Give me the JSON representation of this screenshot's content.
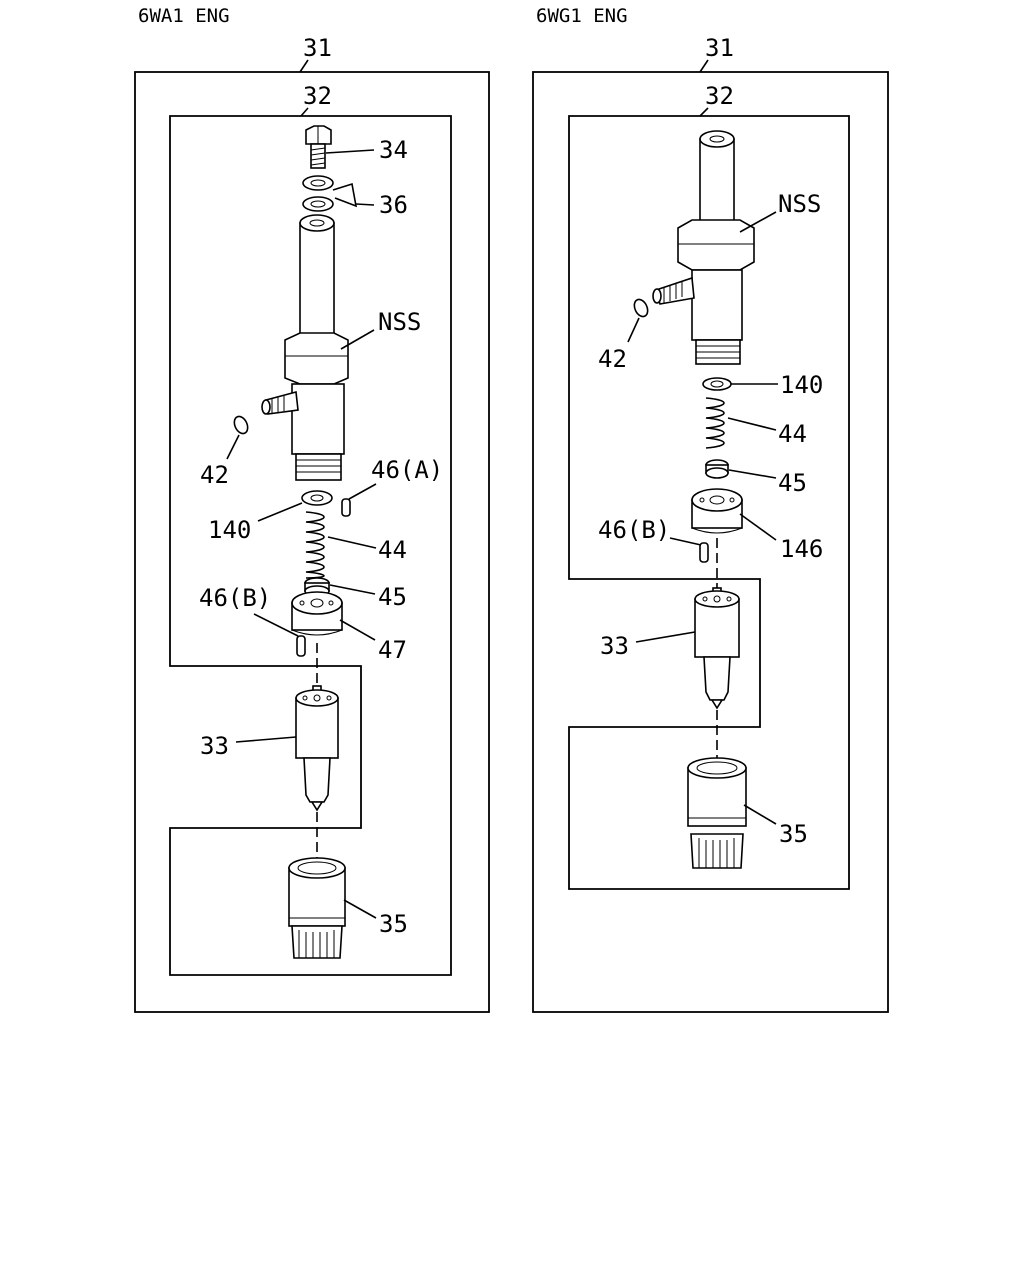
{
  "left_panel": {
    "header": "6WA1 ENG",
    "labels": {
      "assembly": "31",
      "sub_assembly": "32",
      "bolt": "34",
      "washers": "36",
      "nss": "NSS",
      "o_ring": "42",
      "pin_a": "46(A)",
      "washer": "140",
      "spring": "44",
      "spacer": "45",
      "pin_b": "46(B)",
      "body": "47",
      "nozzle": "33",
      "nut": "35"
    }
  },
  "right_panel": {
    "header": "6WG1 ENG",
    "labels": {
      "assembly": "31",
      "sub_assembly": "32",
      "nss": "NSS",
      "o_ring": "42",
      "washer": "140",
      "spring": "44",
      "spacer": "45",
      "body": "146",
      "pin_b": "46(B)",
      "nozzle": "33",
      "nut": "35"
    }
  }
}
